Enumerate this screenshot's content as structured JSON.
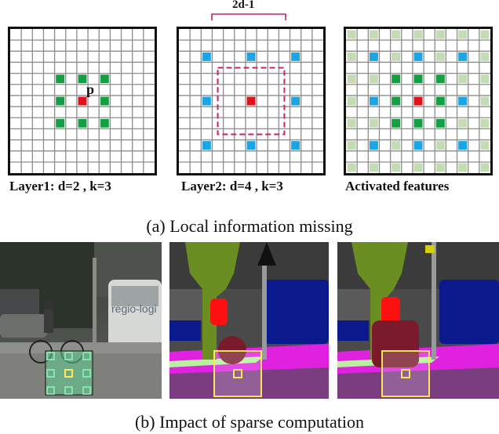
{
  "figure": {
    "panel_a": {
      "grids": [
        {
          "label": "Layer1: d=2 , k=3",
          "center_letter": "p"
        },
        {
          "label": "Layer2: d=4 , k=3",
          "bracket_label": "2d-1"
        },
        {
          "label": "Activated features"
        }
      ],
      "caption": "(a) Local information missing"
    },
    "panel_b": {
      "photos": [
        {
          "sign_text": "regio-logi"
        },
        {},
        {}
      ],
      "caption": "(b) Impact of sparse computation"
    },
    "colors": {
      "kernel_green": "#12a043",
      "center_red": "#e2121c",
      "dilated_blue": "#1aa6e6",
      "activated_light_green": "#c4dcb4",
      "receptive_field_magenta": "#cc1f6c",
      "sparse_box_yellow": "#ffe65a"
    }
  }
}
